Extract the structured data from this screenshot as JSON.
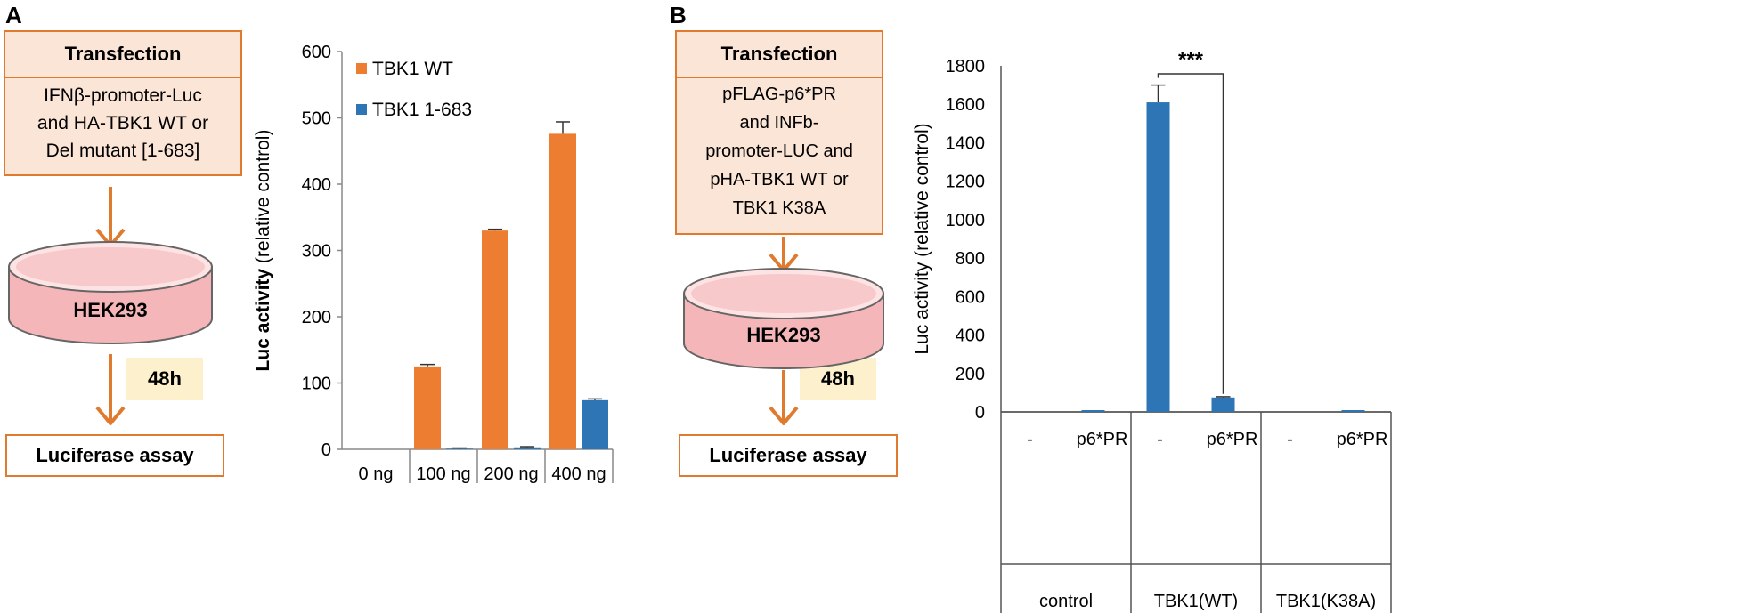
{
  "panel_a": {
    "letter": "A",
    "box_title": "Transfection",
    "box_lines": [
      "IFNβ-promoter-Luc",
      "and HA-TBK1 WT or",
      "Del mutant [1-683]"
    ],
    "cell_label": "HEK293",
    "time": "48h",
    "assay": "Luciferase assay"
  },
  "panel_b": {
    "letter": "B",
    "box_title": "Transfection",
    "box_lines": [
      "pFLAG-p6*PR",
      "and INFb-",
      "promoter-LUC and",
      "pHA-TBK1 WT or",
      "TBK1 K38A"
    ],
    "cell_label": "HEK293",
    "time": "48h",
    "assay": "Luciferase assay"
  },
  "colors": {
    "orange": "#ed7d31",
    "blue": "#2e75b6",
    "box_border": "#e07a2e",
    "box_fill": "#fbe5d6",
    "time_fill": "#fdf0cc",
    "dish": "#f4b6b8"
  },
  "chart_data": [
    {
      "type": "bar",
      "ylabel_bold": "Luc activity",
      "ylabel_rest": " (relative control)",
      "categories": [
        "0 ng",
        "100 ng",
        "200 ng",
        "400 ng"
      ],
      "ylim": [
        0,
        600
      ],
      "yticks": [
        0,
        100,
        200,
        300,
        400,
        500,
        600
      ],
      "legend_position": "top-left",
      "series": [
        {
          "name": "TBK1 WT",
          "color": "#ed7d31",
          "values": [
            0,
            125,
            330,
            476
          ],
          "errors": [
            0,
            3,
            2,
            18
          ]
        },
        {
          "name": "TBK1 1-683",
          "color": "#2e75b6",
          "values": [
            0,
            1,
            3,
            74
          ],
          "errors": [
            0,
            1,
            1,
            2
          ]
        }
      ]
    },
    {
      "type": "bar",
      "ylabel": "Luc activity (relative control)",
      "ylim": [
        0,
        1800
      ],
      "yticks": [
        0,
        200,
        400,
        600,
        800,
        1000,
        1200,
        1400,
        1600,
        1800
      ],
      "groups": [
        "control",
        "TBK1(WT)",
        "TBK1(K38A)"
      ],
      "subcategories": [
        "-",
        "p6*PR"
      ],
      "series": [
        {
          "color": "#2e75b6",
          "values": [
            0,
            2,
            1610,
            75,
            0,
            2
          ],
          "errors": [
            0,
            0,
            90,
            4,
            0,
            0
          ]
        }
      ],
      "significance": {
        "label": "***",
        "from_index": 2,
        "to_index": 3
      }
    }
  ]
}
